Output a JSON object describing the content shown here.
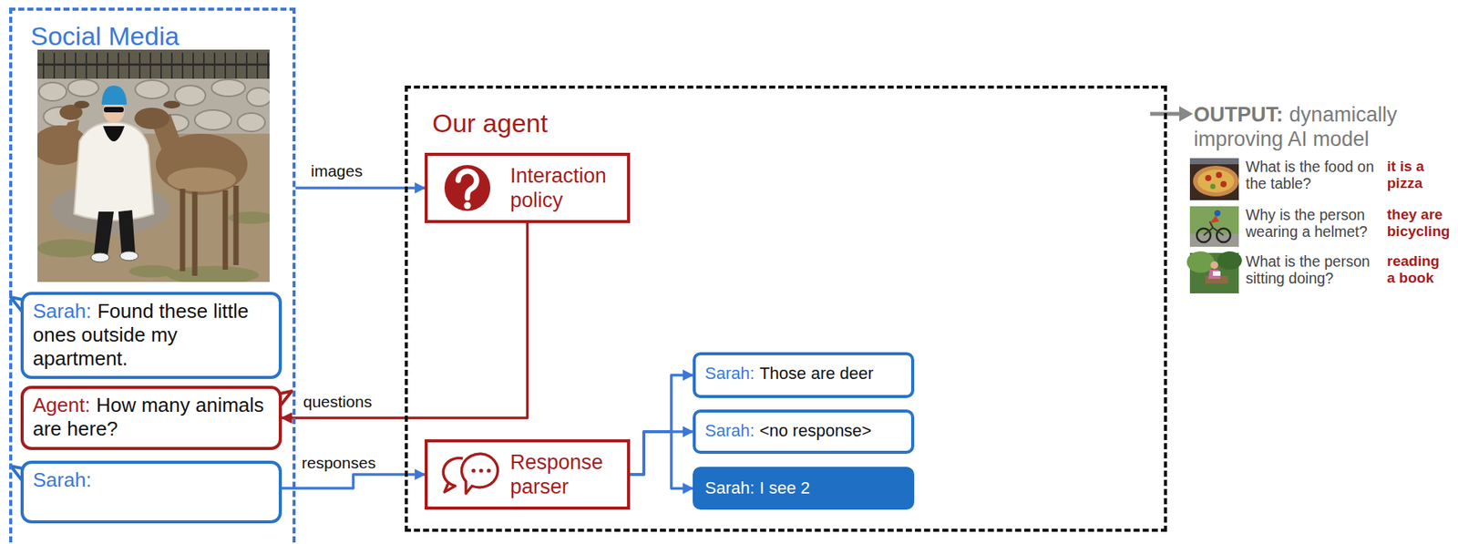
{
  "diagram": {
    "nodes": [
      {
        "text": [
          "Social Media"
        ]
      },
      {
        "text": [
          "Sarah:",
          "Found these little ones outside my apartment."
        ],
        "in": 0
      },
      {
        "text": [
          "Agent:",
          "How many animals are here?"
        ],
        "in": 0
      },
      {
        "text": [
          "Sarah:"
        ],
        "in": 0
      },
      {
        "text": [
          "Our agent"
        ]
      },
      {
        "text": [
          "Interaction policy"
        ],
        "in": 4
      },
      {
        "text": [
          "Response parser"
        ],
        "in": 4
      },
      {
        "text": [
          "Sarah:",
          "Those are deer"
        ],
        "in": 4
      },
      {
        "text": [
          "Sarah:",
          "<no response>"
        ],
        "in": 4
      },
      {
        "text": [
          "Sarah:",
          "I see 2"
        ],
        "in": 4
      }
    ],
    "edges": [
      {
        "from": 0,
        "to": 5,
        "label": "images",
        "arrow": "to"
      },
      {
        "from": 5,
        "to": 2,
        "label": "questions",
        "arrow": "to"
      },
      {
        "from": 3,
        "to": 6,
        "label": "responses",
        "arrow": "to"
      },
      {
        "from": 6,
        "to": 7,
        "arrow": "to"
      },
      {
        "from": 6,
        "to": 8,
        "arrow": "to"
      },
      {
        "from": 6,
        "to": 9,
        "arrow": "to"
      }
    ],
    "labels": [
      "OUTPUT:",
      "dynamically improving AI model",
      "What is the food on the table?",
      "it is a pizza",
      "Why is the person wearing a helmet?",
      "they are bicycling",
      "What is the person sitting doing?",
      "reading a book"
    ]
  }
}
